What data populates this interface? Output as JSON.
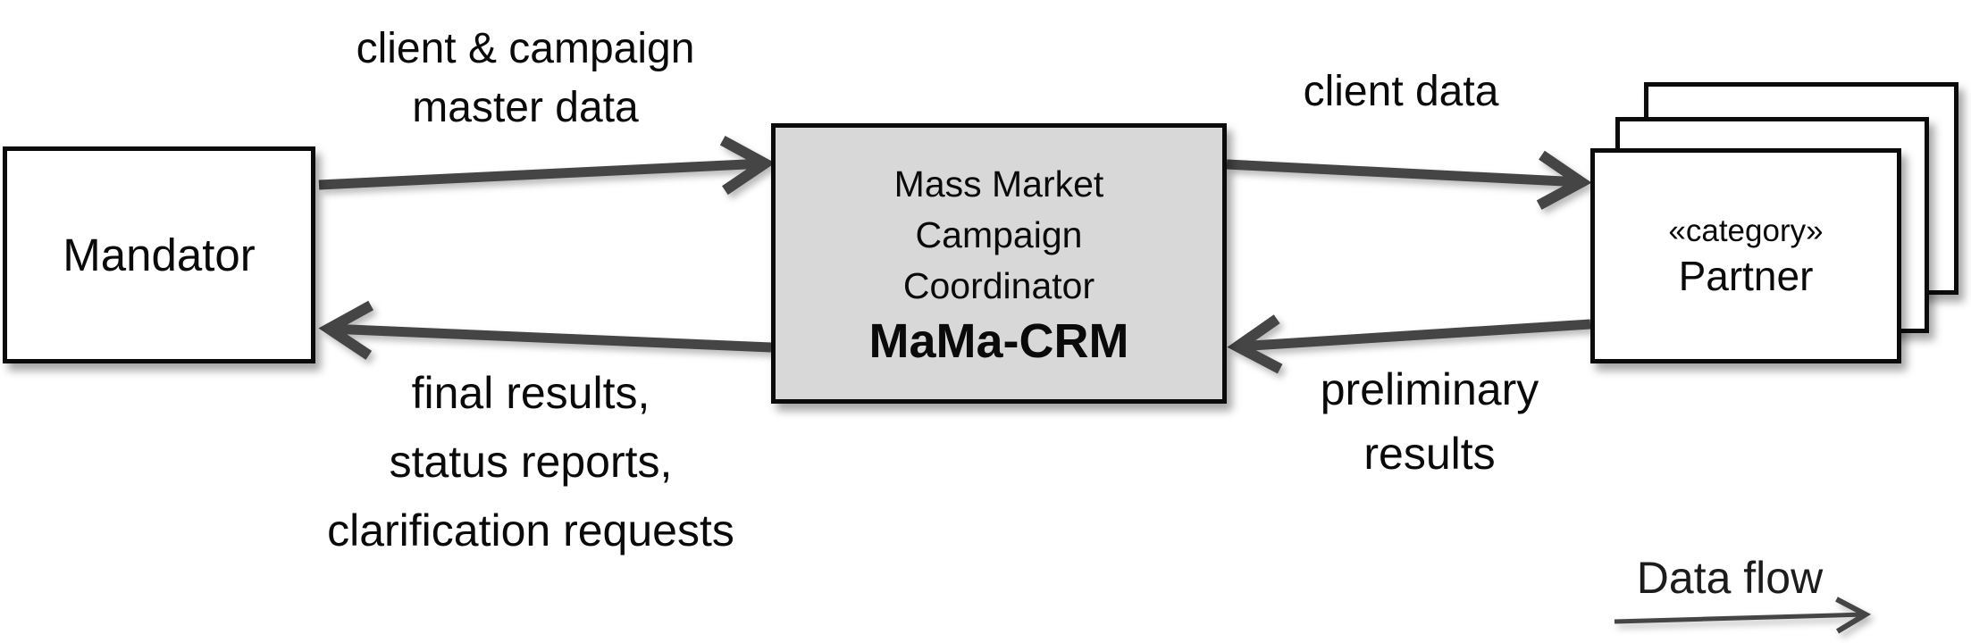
{
  "nodes": {
    "mandator": {
      "label": "Mandator"
    },
    "crm": {
      "line1": "Mass Market",
      "line2": "Campaign",
      "line3": "Coordinator",
      "name": "MaMa-CRM"
    },
    "partner": {
      "stereotype": "«category»",
      "label": "Partner"
    }
  },
  "edges": {
    "mandator_to_crm": {
      "line1": "client & campaign",
      "line2": "master data"
    },
    "crm_to_partner": {
      "line1": "client data"
    },
    "partner_to_crm": {
      "line1": "preliminary",
      "line2": "results"
    },
    "crm_to_mandator": {
      "line1": "final results,",
      "line2": "status reports,",
      "line3": "clarification requests"
    }
  },
  "legend": {
    "label": "Data flow"
  },
  "colors": {
    "arrow": "#454545",
    "border": "#0b0b0b",
    "crm_fill": "#d8d8d8",
    "background": "#ffffff"
  }
}
